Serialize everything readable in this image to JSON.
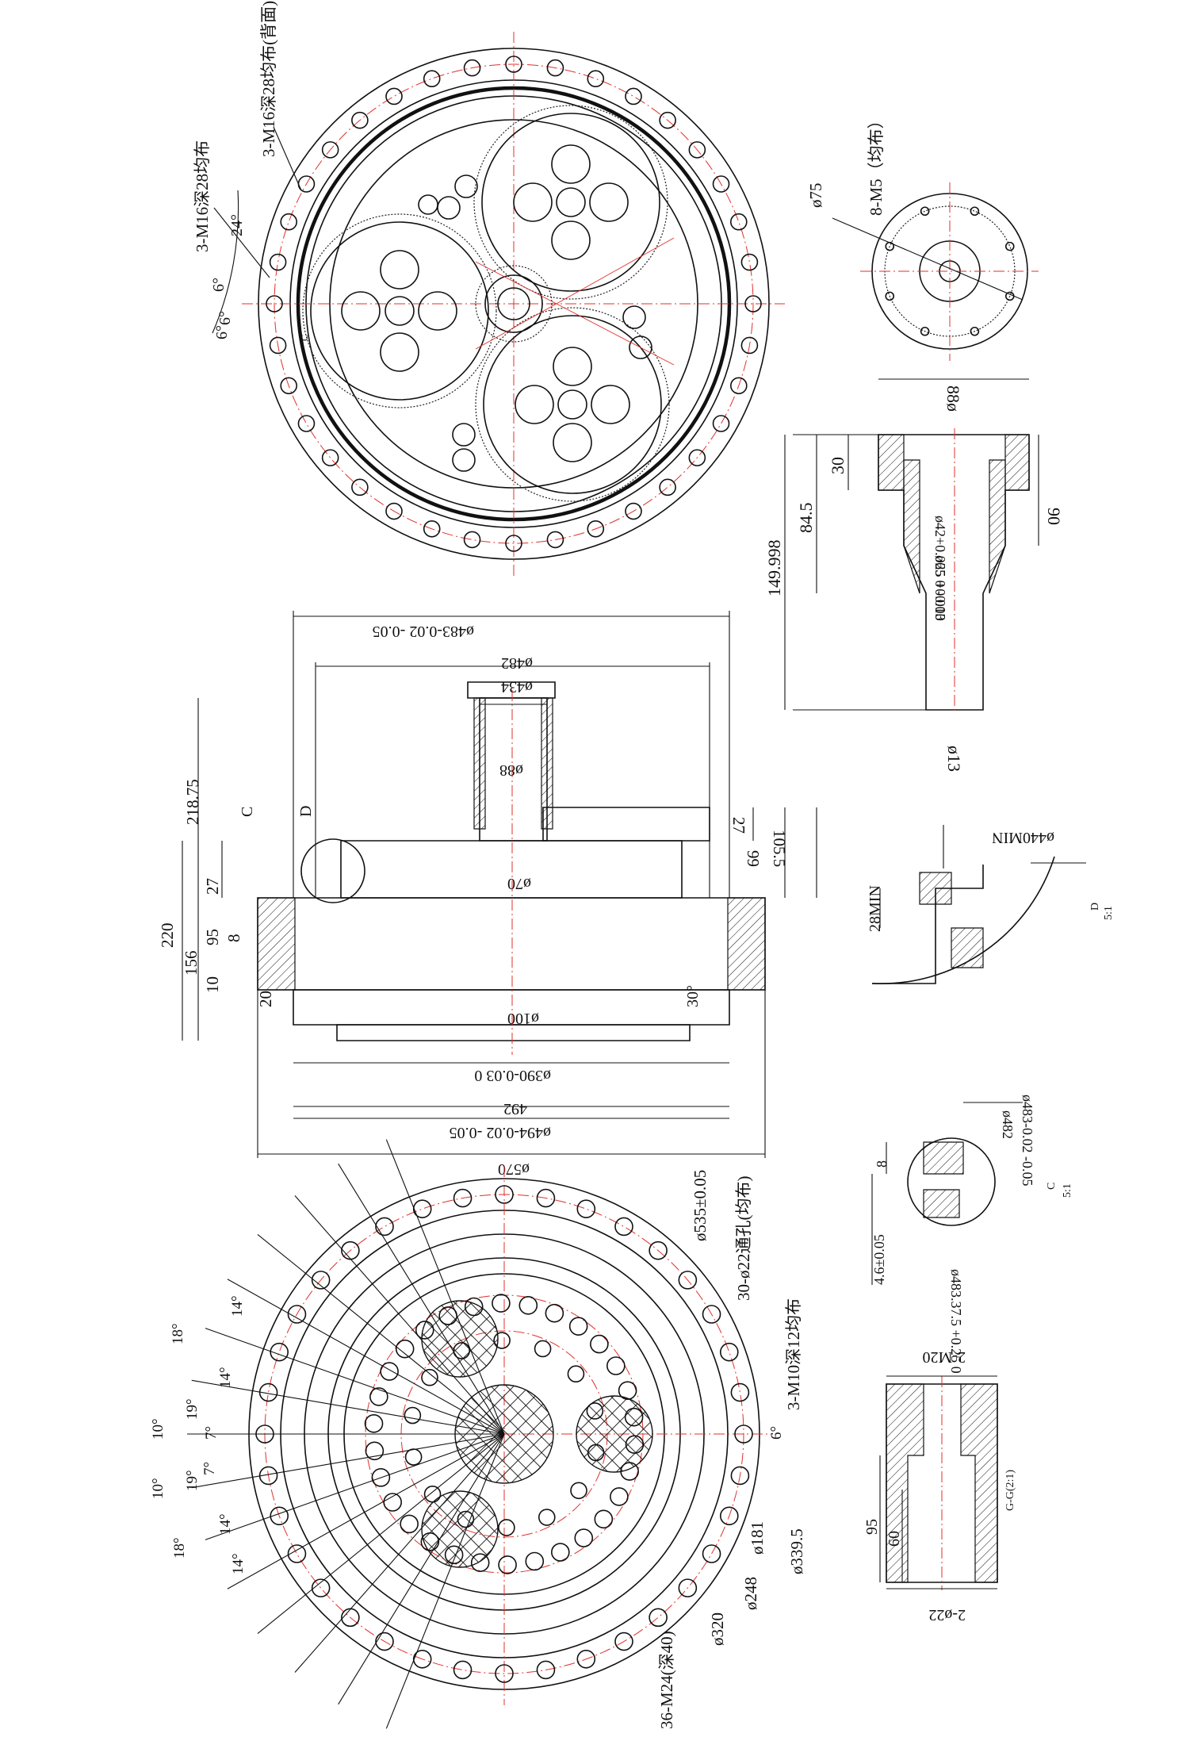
{
  "front_view": {
    "callouts": {
      "m16_back": "3-M16深28均布(背面)",
      "m16": "3-M16深28均布"
    },
    "angles": {
      "a24": "24°",
      "a6_1": "6°",
      "a6_2": "6°",
      "a6_3": "6°"
    },
    "section_mark": "C"
  },
  "motor_flange": {
    "callout": "8-M5（均布）",
    "dia75": "ø75"
  },
  "input_shaft": {
    "d88": "88ø",
    "h30": "30",
    "h84_5": "84.5",
    "h149": "149.998",
    "h90": "90",
    "d42": "ø42+0.025 +0.010",
    "d65": "ø65 0 -0.03",
    "d13": "ø13"
  },
  "section_view": {
    "d483": "ø483-0.02 -0.05",
    "d482": "ø482",
    "d434": "ø434",
    "d88": "ø88",
    "d70": "ø70",
    "d100": "ø100",
    "d390": "ø390-0.03 0",
    "d492": "492",
    "d494": "ø494-0.02 -0.05",
    "d570": "ø570",
    "h218_75": "218.75",
    "h220": "220",
    "h156": "156",
    "h27": "27",
    "h95": "95",
    "h8": "8",
    "h10": "10",
    "h20": "20",
    "h27r": "27",
    "h99": "99",
    "h105_5": "105.5",
    "a30": "30°",
    "c": "C",
    "d": "D"
  },
  "detail_d": {
    "d440": "ø440MIN",
    "h28": "28MIN",
    "label": "D",
    "scale": "5:1"
  },
  "detail_c": {
    "d483": "ø483-0.02 -0.05",
    "d482": "ø482",
    "h8": "8",
    "h4_6": "4.6±0.05",
    "d483_37": "ø483.37.5 +0.25 0",
    "label": "C",
    "scale": "5:1"
  },
  "rear_view": {
    "d535": "ø535±0.05",
    "holes22": "30-ø22通孔(均布)",
    "m10": "3-M10深12均布",
    "m24": "36-M24(深40)",
    "d339_5": "ø339.5",
    "d181": "ø181",
    "d248": "ø248",
    "d320": "ø320",
    "angles": [
      "18°",
      "14°",
      "14°",
      "19°",
      "10°",
      "7°",
      "7°",
      "19°",
      "10°",
      "14°",
      "18°",
      "14°",
      "6°"
    ]
  },
  "section_gg": {
    "m20": "2-M20",
    "d22": "2-ø22",
    "h95": "95",
    "h60": "60",
    "label": "G-G(2:1)"
  }
}
